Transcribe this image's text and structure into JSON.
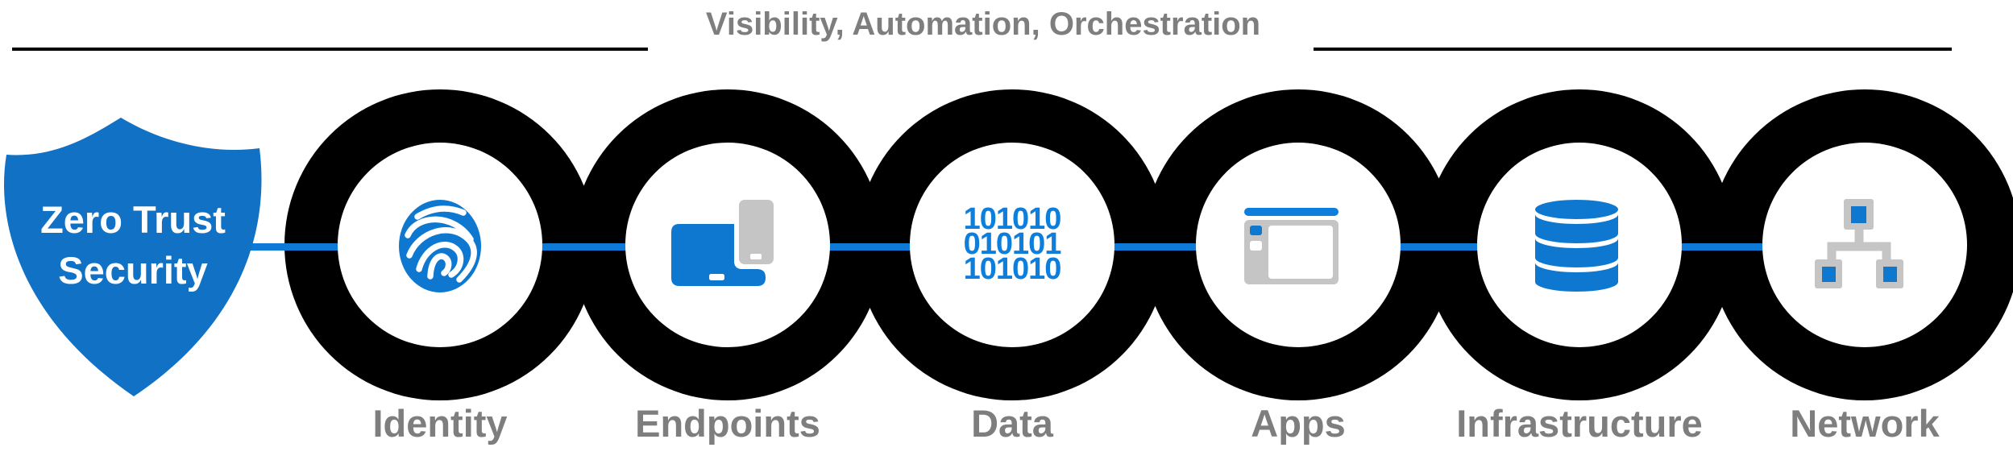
{
  "title": "Visibility, Automation, Orchestration",
  "shield": {
    "line1": "Zero Trust",
    "line2": "Security"
  },
  "nodes": [
    {
      "id": "identity",
      "label": "Identity",
      "icon": "fingerprint-icon"
    },
    {
      "id": "endpoints",
      "label": "Endpoints",
      "icon": "devices-icon"
    },
    {
      "id": "data",
      "label": "Data",
      "icon": "binary-code-icon",
      "binary_lines": [
        "101010",
        "010101",
        "101010"
      ]
    },
    {
      "id": "apps",
      "label": "Apps",
      "icon": "app-window-icon"
    },
    {
      "id": "infrastructure",
      "label": "Infrastructure",
      "icon": "database-icon"
    },
    {
      "id": "network",
      "label": "Network",
      "icon": "network-nodes-icon"
    }
  ],
  "colors": {
    "shield_blue": "#1172c5",
    "icon_blue": "#0e78d1",
    "bright_blue": "#0d7edb",
    "connector_blue": "#0c7ad6",
    "device_gray": "#c5c5c5",
    "text_gray": "#7e7e7e",
    "ring_black": "#000000"
  }
}
